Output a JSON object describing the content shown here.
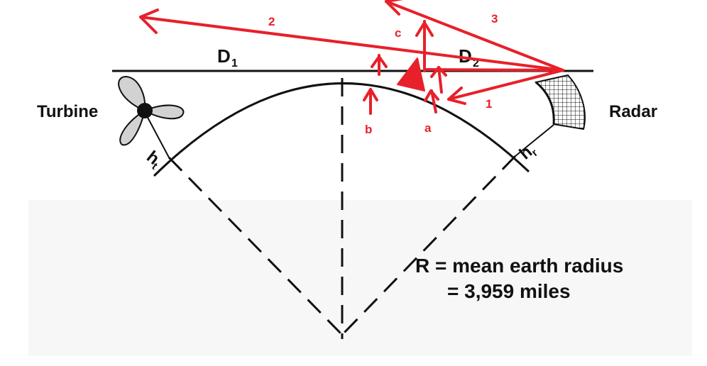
{
  "labels": {
    "turbine": "Turbine",
    "radar": "Radar",
    "d1": "D",
    "d1_sub": "1",
    "d2": "D",
    "d2_sub": "2",
    "ht": "h",
    "ht_sub": "t",
    "hr": "h",
    "hr_sub": "r",
    "radius_line1": "R = mean earth radius",
    "radius_line2": "= 3,959 miles"
  },
  "annotations": {
    "ray1": "1",
    "ray2": "2",
    "ray3": "3",
    "a": "a",
    "b": "b",
    "c": "c"
  },
  "colors": {
    "annotation_red": "#e8202a",
    "line_black": "#111111",
    "blade_fill": "#d2d2d2"
  }
}
